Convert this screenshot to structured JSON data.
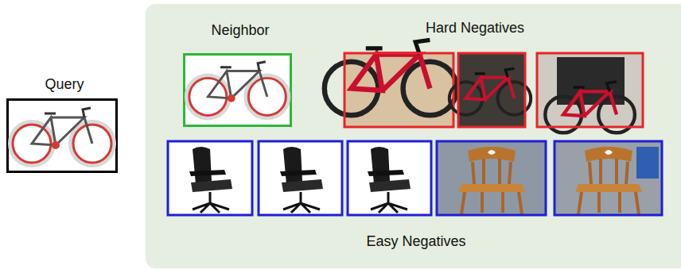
{
  "diagram": {
    "nodes": [
      {
        "text": [
          "Query"
        ]
      },
      {
        "text": [
          "Hard Negatives",
          "Easy Negatives"
        ]
      },
      {
        "text": [
          "Neighbor"
        ],
        "in": 1
      }
    ]
  }
}
